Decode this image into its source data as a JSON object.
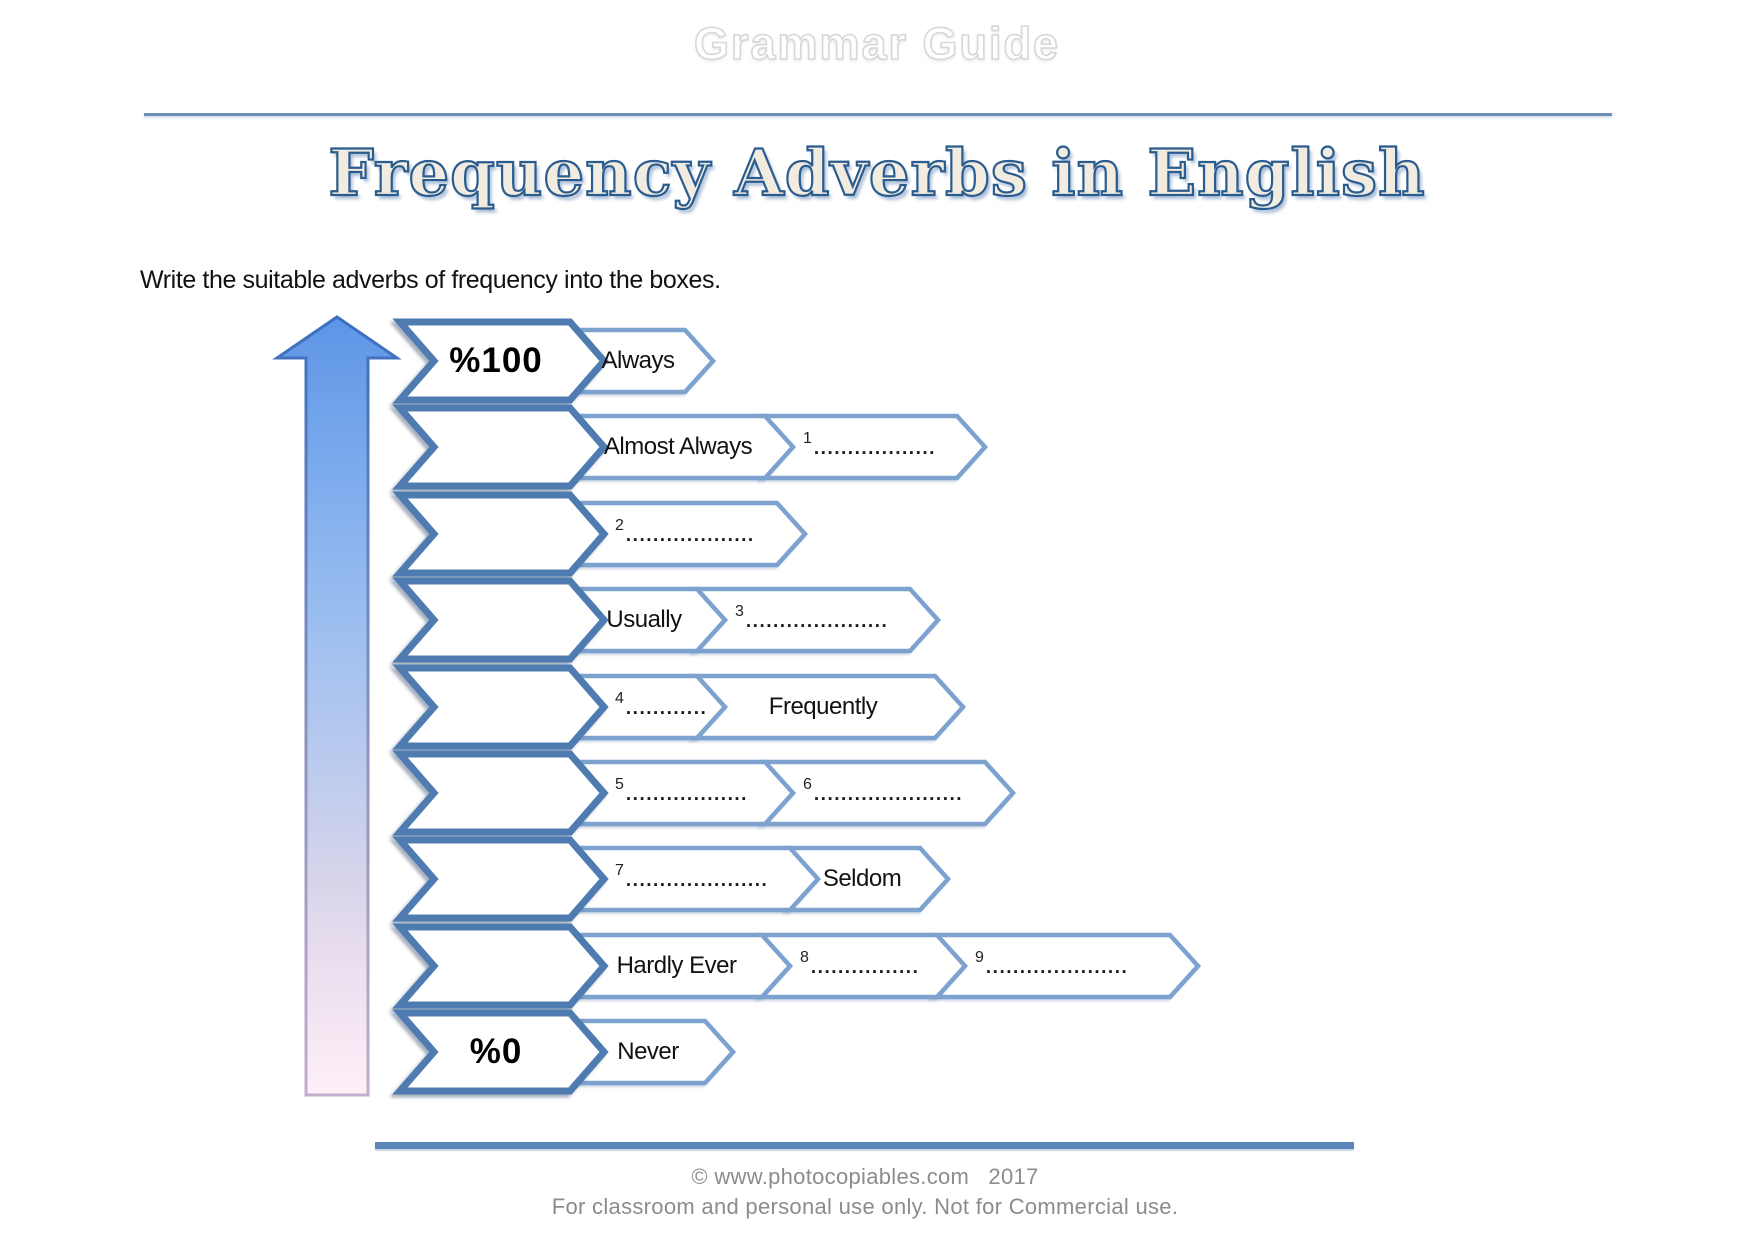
{
  "page": {
    "watermark": "Grammar Guide",
    "title": "Frequency Adverbs in English",
    "instruction": "Write the suitable adverbs of frequency into the boxes.",
    "footer_copyright": "© www.photocopiables.com   2017",
    "footer_license": "For classroom and personal use only. Not for Commercial use."
  },
  "scale": {
    "top_label": "%100",
    "bottom_label": "%0"
  },
  "rows": [
    {
      "percent": "%100",
      "cells": [
        {
          "kind": "word",
          "text": "Always"
        }
      ]
    },
    {
      "percent": "",
      "cells": [
        {
          "kind": "word",
          "text": "Almost Always"
        },
        {
          "kind": "blank",
          "num": "1",
          "dots": ".................."
        }
      ]
    },
    {
      "percent": "",
      "cells": [
        {
          "kind": "blank",
          "num": "2",
          "dots": "..................."
        }
      ]
    },
    {
      "percent": "",
      "cells": [
        {
          "kind": "word",
          "text": "Usually"
        },
        {
          "kind": "blank",
          "num": "3",
          "dots": "....................."
        }
      ]
    },
    {
      "percent": "",
      "cells": [
        {
          "kind": "blank",
          "num": "4",
          "dots": "............"
        },
        {
          "kind": "word",
          "text": "Frequently"
        }
      ]
    },
    {
      "percent": "",
      "cells": [
        {
          "kind": "blank",
          "num": "5",
          "dots": ".................."
        },
        {
          "kind": "blank",
          "num": "6",
          "dots": "......................"
        }
      ]
    },
    {
      "percent": "",
      "cells": [
        {
          "kind": "blank",
          "num": "7",
          "dots": "....................."
        },
        {
          "kind": "word",
          "text": "Seldom"
        }
      ]
    },
    {
      "percent": "",
      "cells": [
        {
          "kind": "word",
          "text": "Hardly Ever"
        },
        {
          "kind": "blank",
          "num": "8",
          "dots": "................"
        },
        {
          "kind": "blank",
          "num": "9",
          "dots": "....................."
        }
      ]
    },
    {
      "percent": "%0",
      "cells": [
        {
          "kind": "word",
          "text": "Never"
        }
      ]
    }
  ],
  "colors": {
    "chevron_dark_border": "#4f7cb0",
    "chevron_light_border": "#7da2cf",
    "top_divider": "#6d8eb5",
    "bottom_divider": "#5b87bb",
    "footer_text": "#8c8c8c",
    "title_fill": "#f1ecdf",
    "title_outline": "#2b5c8f",
    "arrow_top": "#5e95e6",
    "arrow_middle": "#aec9f0",
    "arrow_bottom": "#fdf0f7",
    "label_text": "#111111"
  }
}
